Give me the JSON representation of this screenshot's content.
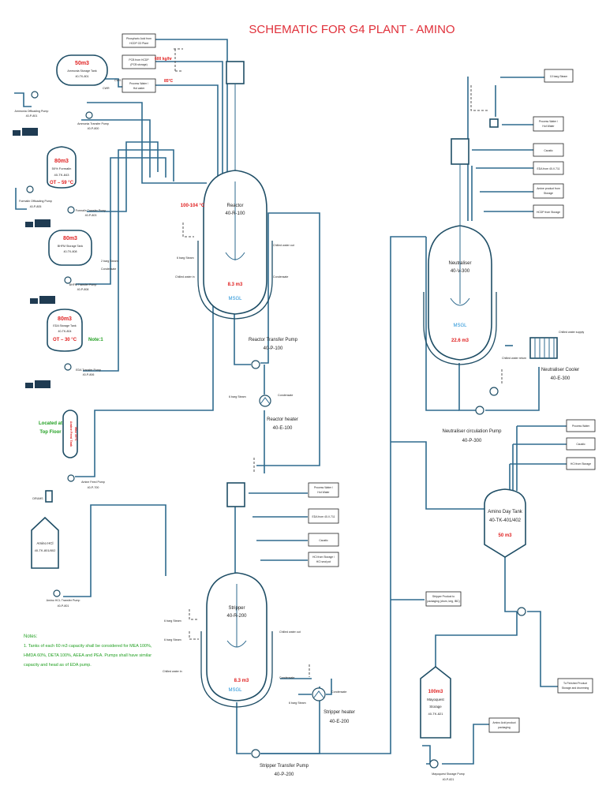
{
  "title": "SCHEMATIC FOR G4 PLANT - AMINO",
  "colors": {
    "title": "#e0303a",
    "line": "#2e6a8e",
    "vessel": "#1f4e66",
    "red": "#e02020",
    "blue": "#1e90d6",
    "green": "#22a022"
  },
  "ammonia_tank": {
    "volume": "50m3",
    "name": "Ammonia Storage Tank",
    "tag": "40-TK-801"
  },
  "ammonia_offload_pump": {
    "name": "Ammonia Offloading Pump",
    "tag": "40-P-801"
  },
  "ammonia_transfer_pump": "Ammonia Transfer Pump",
  "ammonia_transfer_tag": "40-P-800",
  "line_labels": {
    "cws": "CWS",
    "cwr": "CWR",
    "steam_6bar": "6 barg Steam",
    "condensate": "Condensate",
    "chilled_in": "Chilled water in",
    "chilled_out": "Chilled water out",
    "steam_2bar": "2 barg Steam",
    "chilled_return": "Chilled water return",
    "chilled_supply": "Chilled water supply",
    "drums": "DRUMS"
  },
  "formalin_tank": {
    "volume": "80m3",
    "name": "50% Formalin",
    "tag": "40-TK-843",
    "temp": "OT – 59 °C"
  },
  "formalin_offload_pump": {
    "name": "Formalin Offloading Pump",
    "tag": "40-P-805"
  },
  "formalin_transfer_pump": {
    "name": "Formalin Transfer Pump",
    "tag": "40-P-803"
  },
  "bhfm_tank": {
    "volume": "80m3",
    "name": "BHFM Storage Tank",
    "tag": "40-TK-808"
  },
  "bhfm_transfer_pump": {
    "name": "BHFM Transfer Pump",
    "tag": "40-P-808"
  },
  "eda_tank": {
    "volume": "80m3",
    "name": "EDA Storage Tank",
    "tag": "40-TK-804",
    "temp": "OT – 30 °C"
  },
  "eda_note": "Note:1",
  "eda_transfer_pump": {
    "name": "EDA Transfer Pump",
    "tag": "40-P-806"
  },
  "top_floor": {
    "line1": "Located at",
    "line2": "Top Floor",
    "drum_text": "Amine Feed Tank",
    "drum_temp": "Max 35°C"
  },
  "amine_feed_pump": {
    "name": "Amine Feed Pump",
    "tag": "40-P-700"
  },
  "amino_hcl": {
    "name": "Amino HCl",
    "tag": "40-TK-801/802"
  },
  "amino_hcl_pump": {
    "name": "Amino HCL Transfer Pump",
    "tag": "40-P-801"
  },
  "feeds_top": [
    {
      "line1": "Phosphoric Acid from",
      "line2": "HCDP G3 Plant"
    },
    {
      "line1": "PCB from HCDP",
      "line2": "(PCB storage)"
    },
    {
      "line1": "Process Water /",
      "line2": "Hot water"
    }
  ],
  "flow_rate": "600 kg/hr",
  "temp_85": "85°C",
  "reactor": {
    "name": "Reactor",
    "tag": "40-R-100",
    "temp": "100-104 °C",
    "volume": "8.3 m3",
    "material": "MSGL"
  },
  "reactor_pump": {
    "name": "Reactor Transfer Pump",
    "tag": "40-P-100"
  },
  "reactor_heater": {
    "name": "Reactor heater",
    "tag": "40-E-100"
  },
  "stripper_feeds": [
    {
      "line1": "Process Water /",
      "line2": "Hot Water"
    },
    {
      "line1": "EDA from 40-V-711",
      "line2": ""
    },
    {
      "line1": "Caustic",
      "line2": ""
    },
    {
      "line1": "HCl from Storage /",
      "line2": "HCl seal pot"
    }
  ],
  "stripper": {
    "name": "Stripper",
    "tag": "40-R-200",
    "volume": "8.3 m3",
    "material": "MSGL"
  },
  "stripper_heater": {
    "name": "Stripper heater",
    "tag": "40-E-200"
  },
  "stripper_pump": {
    "name": "Stripper Transfer Pump",
    "tag": "40-P-200"
  },
  "stripper_product": {
    "line1": "Stripper Product to",
    "line2": "packaging (drum, keg, IBC)"
  },
  "neutraliser_feeds": [
    {
      "line1": "Process Water /",
      "line2": "Hot Water"
    },
    {
      "line1": "Caustic",
      "line2": ""
    },
    {
      "line1": "EDA from 40-V-711",
      "line2": ""
    },
    {
      "line1": "Amine product from",
      "line2": "Storage"
    },
    {
      "line1": "HCDP from Storage",
      "line2": ""
    }
  ],
  "steam_10bar": "10 barg Steam",
  "neutraliser": {
    "name": "Neutraliser",
    "tag": "40-V-300",
    "material": "MSGL",
    "volume": "22.6 m3"
  },
  "neutraliser_cooler": {
    "name": "Neutraliser Cooler",
    "tag": "40-E-300"
  },
  "neutraliser_pump": {
    "name": "Neutraliser circulation Pump",
    "tag": "40-P-300"
  },
  "day_tank_feeds": [
    {
      "line1": "Process Water",
      "line2": ""
    },
    {
      "line1": "Caustic",
      "line2": ""
    },
    {
      "line1": "HCl from Storage",
      "line2": ""
    }
  ],
  "day_tank": {
    "name": "Amino Day Tank",
    "tag": "40-TK-401/402",
    "volume": "50 m3"
  },
  "finished_product": {
    "line1": "To Finished Product",
    "line2": "Storage and drumming"
  },
  "mayoquest": {
    "volume": "100m3",
    "name": "Mayoquest",
    "line2": "Storage",
    "tag": "40-TK-821"
  },
  "amino_acid_pack": {
    "line1": "Amino Acid product",
    "line2": "packaging"
  },
  "mayoquest_pump": {
    "name": "Mayoquest Storage Pump",
    "tag": "40-P-821"
  },
  "notes": {
    "header": "Notes:",
    "lines": [
      "1. Tanks of each 60 m3 capacity shall be considered for MEA 100%,",
      "HMDA 60%, DETA 100%, AEEA and PEA. Pumps shall have similar",
      "capacity and head as of EDA pump."
    ]
  }
}
